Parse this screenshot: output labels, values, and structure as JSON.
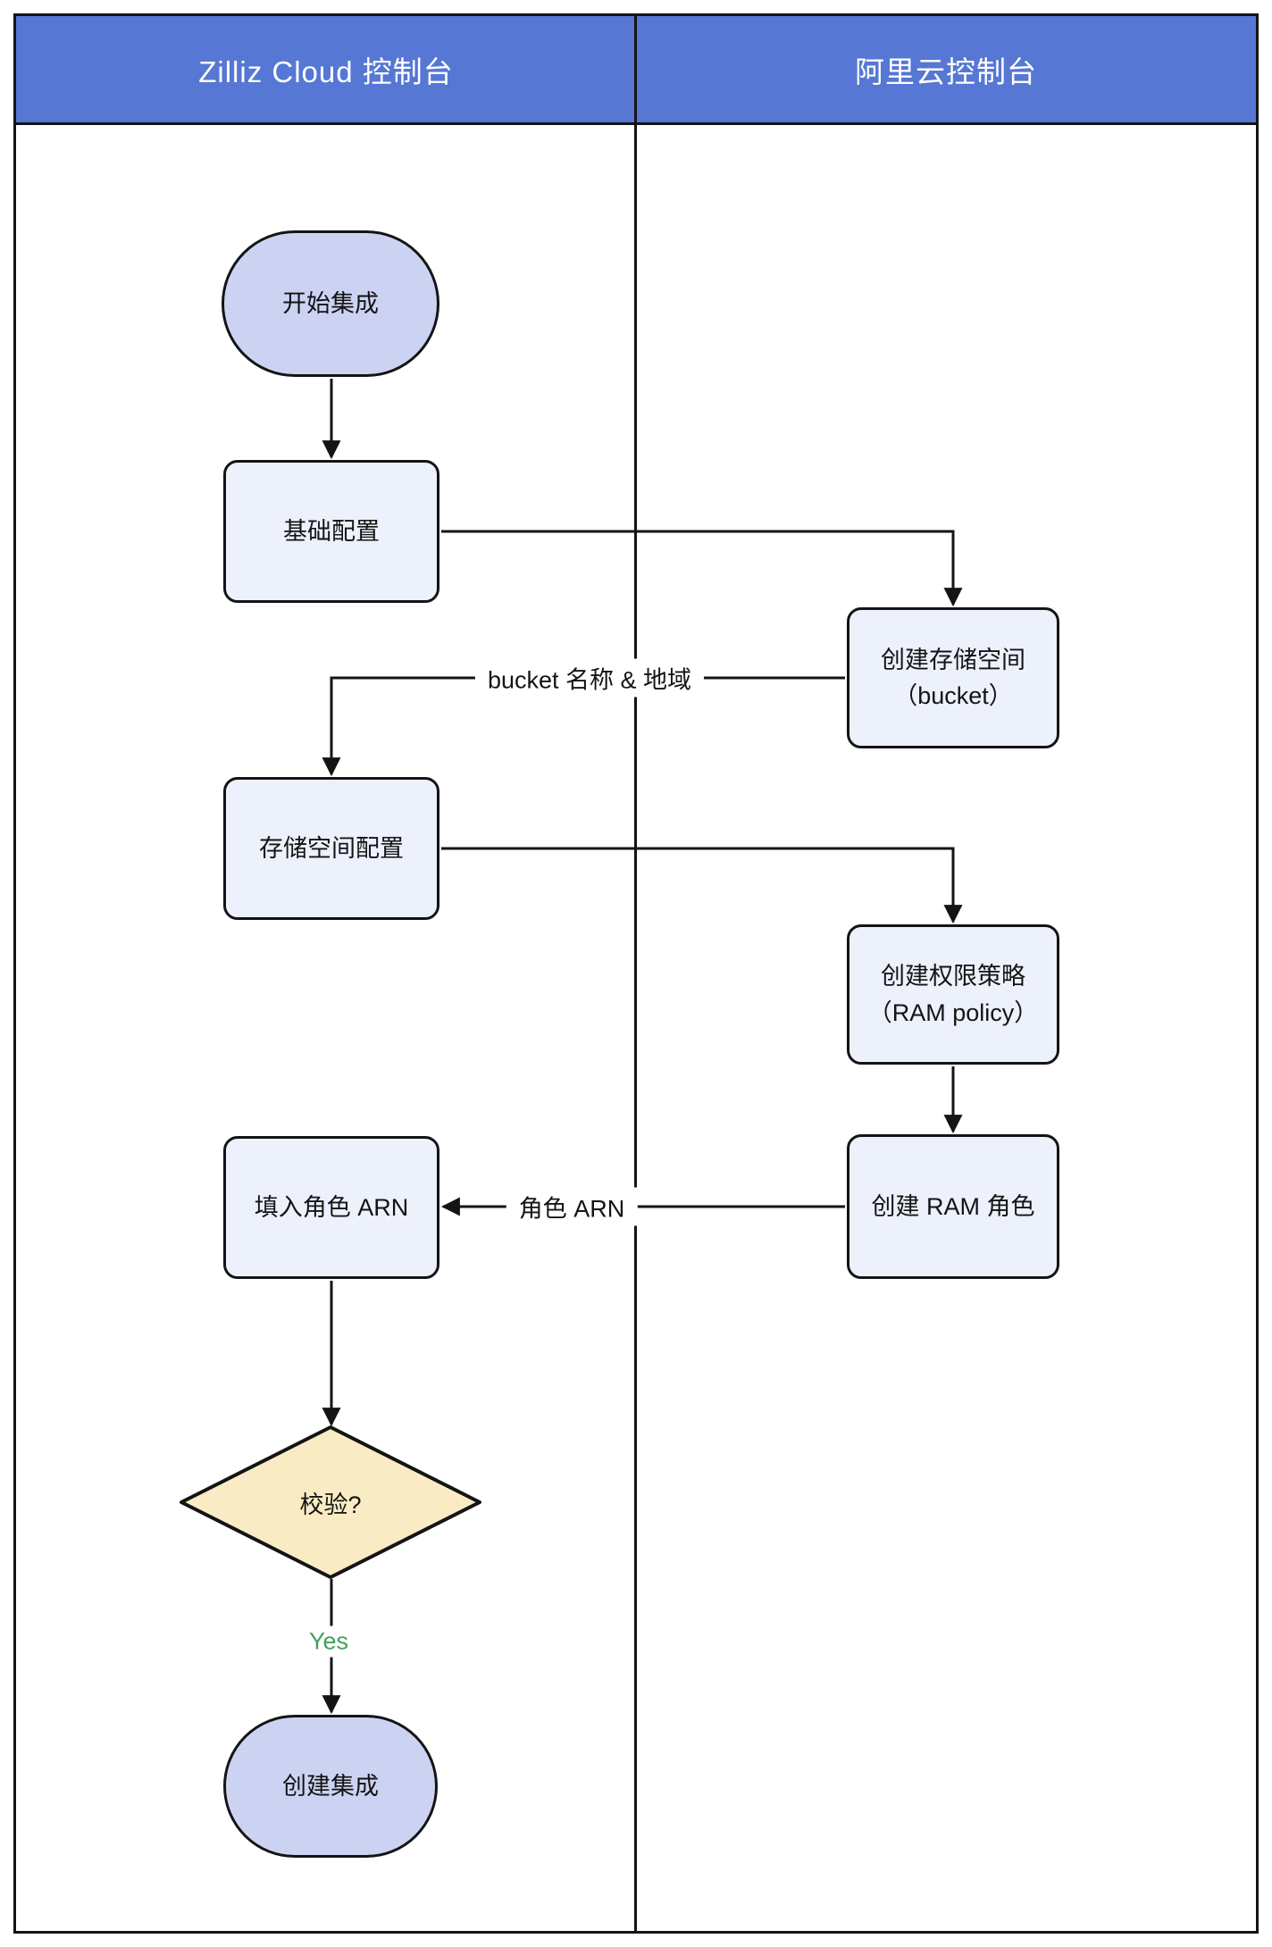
{
  "lanes": {
    "left": "Zilliz Cloud 控制台",
    "right": "阿里云控制台"
  },
  "nodes": {
    "start": "开始集成",
    "basic_config": "基础配置",
    "create_bucket_line1": "创建存储空间",
    "create_bucket_line2": "（bucket）",
    "bucket_config": "存储空间配置",
    "create_policy_line1": "创建权限策略",
    "create_policy_line2": "（RAM policy）",
    "create_ram_role": "创建 RAM 角色",
    "fill_role_arn": "填入角色 ARN",
    "verify": "校验?",
    "create_integration": "创建集成"
  },
  "edge_labels": {
    "bucket_info": "bucket 名称 & 地域",
    "role_arn": "角色 ARN",
    "yes": "Yes"
  },
  "colors": {
    "header_bg": "#5677D3",
    "terminator_fill": "#CCD3F2",
    "process_fill": "#ECF1FC",
    "decision_fill": "#F9ECC5",
    "line": "#141414",
    "yes_green": "#43A05F"
  }
}
